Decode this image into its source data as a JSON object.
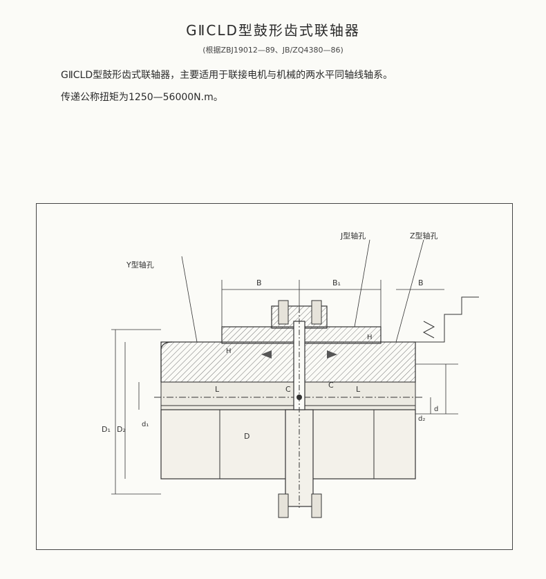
{
  "header": {
    "title": "GⅡCLD型鼓形齿式联轴器",
    "subtitle": "(根据ZBJ19012—89、JB/ZQ4380—86)"
  },
  "description": {
    "line1": "GⅡCLD型鼓形齿式联轴器，主要适用于联接电机与机械的两水平同轴线轴系。",
    "line2": "传递公称扭矩为1250—56000N.m。"
  },
  "drawing": {
    "labels": {
      "y_bore": "Y型轴孔",
      "j_bore": "J型轴孔",
      "z_bore": "Z型轴孔",
      "b_left": "B",
      "b_mid": "B₁",
      "b_right": "B",
      "h_left": "H",
      "h_right": "H",
      "c_left": "C",
      "c_right": "C",
      "l_left": "L",
      "l_right": "L",
      "d_left": "d₁",
      "d_right": "d",
      "d_center": "D",
      "d_outer": "D₁",
      "d_outer2": "D₂",
      "d_small_right": "d₂"
    }
  }
}
